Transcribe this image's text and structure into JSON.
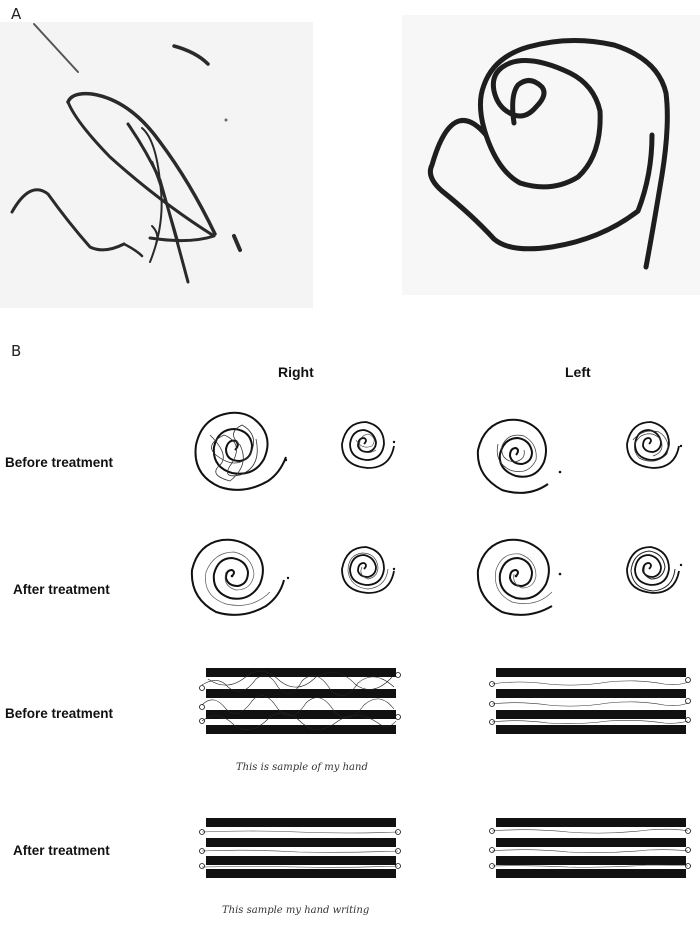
{
  "panel_a": {
    "label": "A"
  },
  "panel_b": {
    "label": "B",
    "columns": {
      "right": "Right",
      "left": "Left"
    },
    "rows": {
      "spiral_before": "Before treatment",
      "spiral_after": "After treatment",
      "lines_before": "Before treatment",
      "lines_after": "After treatment"
    },
    "handwriting": {
      "before": "This is sample of my hand",
      "after": "This sample my hand writing"
    }
  }
}
